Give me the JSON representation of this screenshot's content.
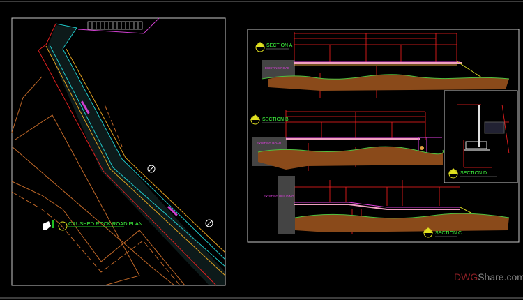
{
  "plan": {
    "title": "CRUSHED ROCK ROAD PLAN"
  },
  "sections": {
    "a": {
      "title": "SECTION A",
      "marker": "A",
      "existing": "EXISTING ROAD"
    },
    "b": {
      "title": "SECTION B",
      "marker": "B",
      "existing": "EXISTING ROAD"
    },
    "c": {
      "title": "SECTION C",
      "marker": "C",
      "existing": "EXISTING BUILDING"
    },
    "d": {
      "title": "SECTION D",
      "marker": "D"
    }
  },
  "watermark": {
    "part1": "DWG",
    "part2": "Share.com"
  },
  "colors": {
    "background": "#000000",
    "frame": "#c8c8c8",
    "dimension": "#ff2020",
    "annotation": "#e040e0",
    "title": "#40ff40",
    "soil": "#8a4a1a",
    "ground": "#50c040",
    "road_edge": "#20c8c8",
    "boundary": "#d07030"
  }
}
